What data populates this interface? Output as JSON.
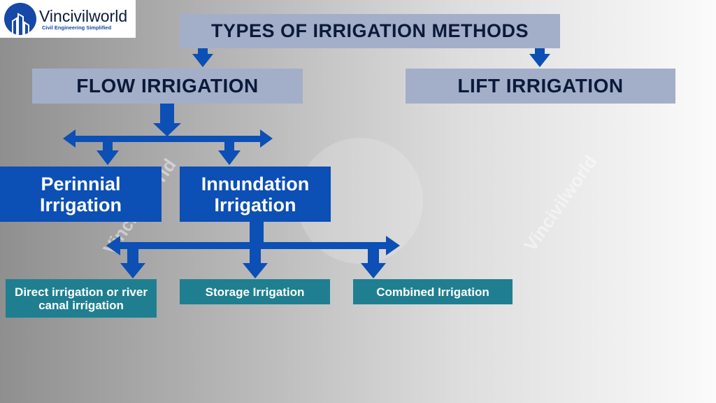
{
  "logo": {
    "name": "Vincivilworld",
    "tagline": "Civil Engineering Simplified"
  },
  "watermark_text": "Vincivilworld",
  "diagram": {
    "root": "TYPES OF IRRIGATION METHODS",
    "level2": [
      "FLOW IRRIGATION",
      "LIFT IRRIGATION"
    ],
    "level3": [
      "Perinnial Irrigation",
      "Innundation Irrigation"
    ],
    "level4": [
      "Direct irrigation or river canal irrigation",
      "Storage Irrigation",
      "Combined Irrigation"
    ]
  },
  "colors": {
    "light_box": "#a3afc9",
    "dark_blue": "#0c4fb5",
    "teal": "#1f7f91",
    "text_dark": "#0b1a3a"
  }
}
